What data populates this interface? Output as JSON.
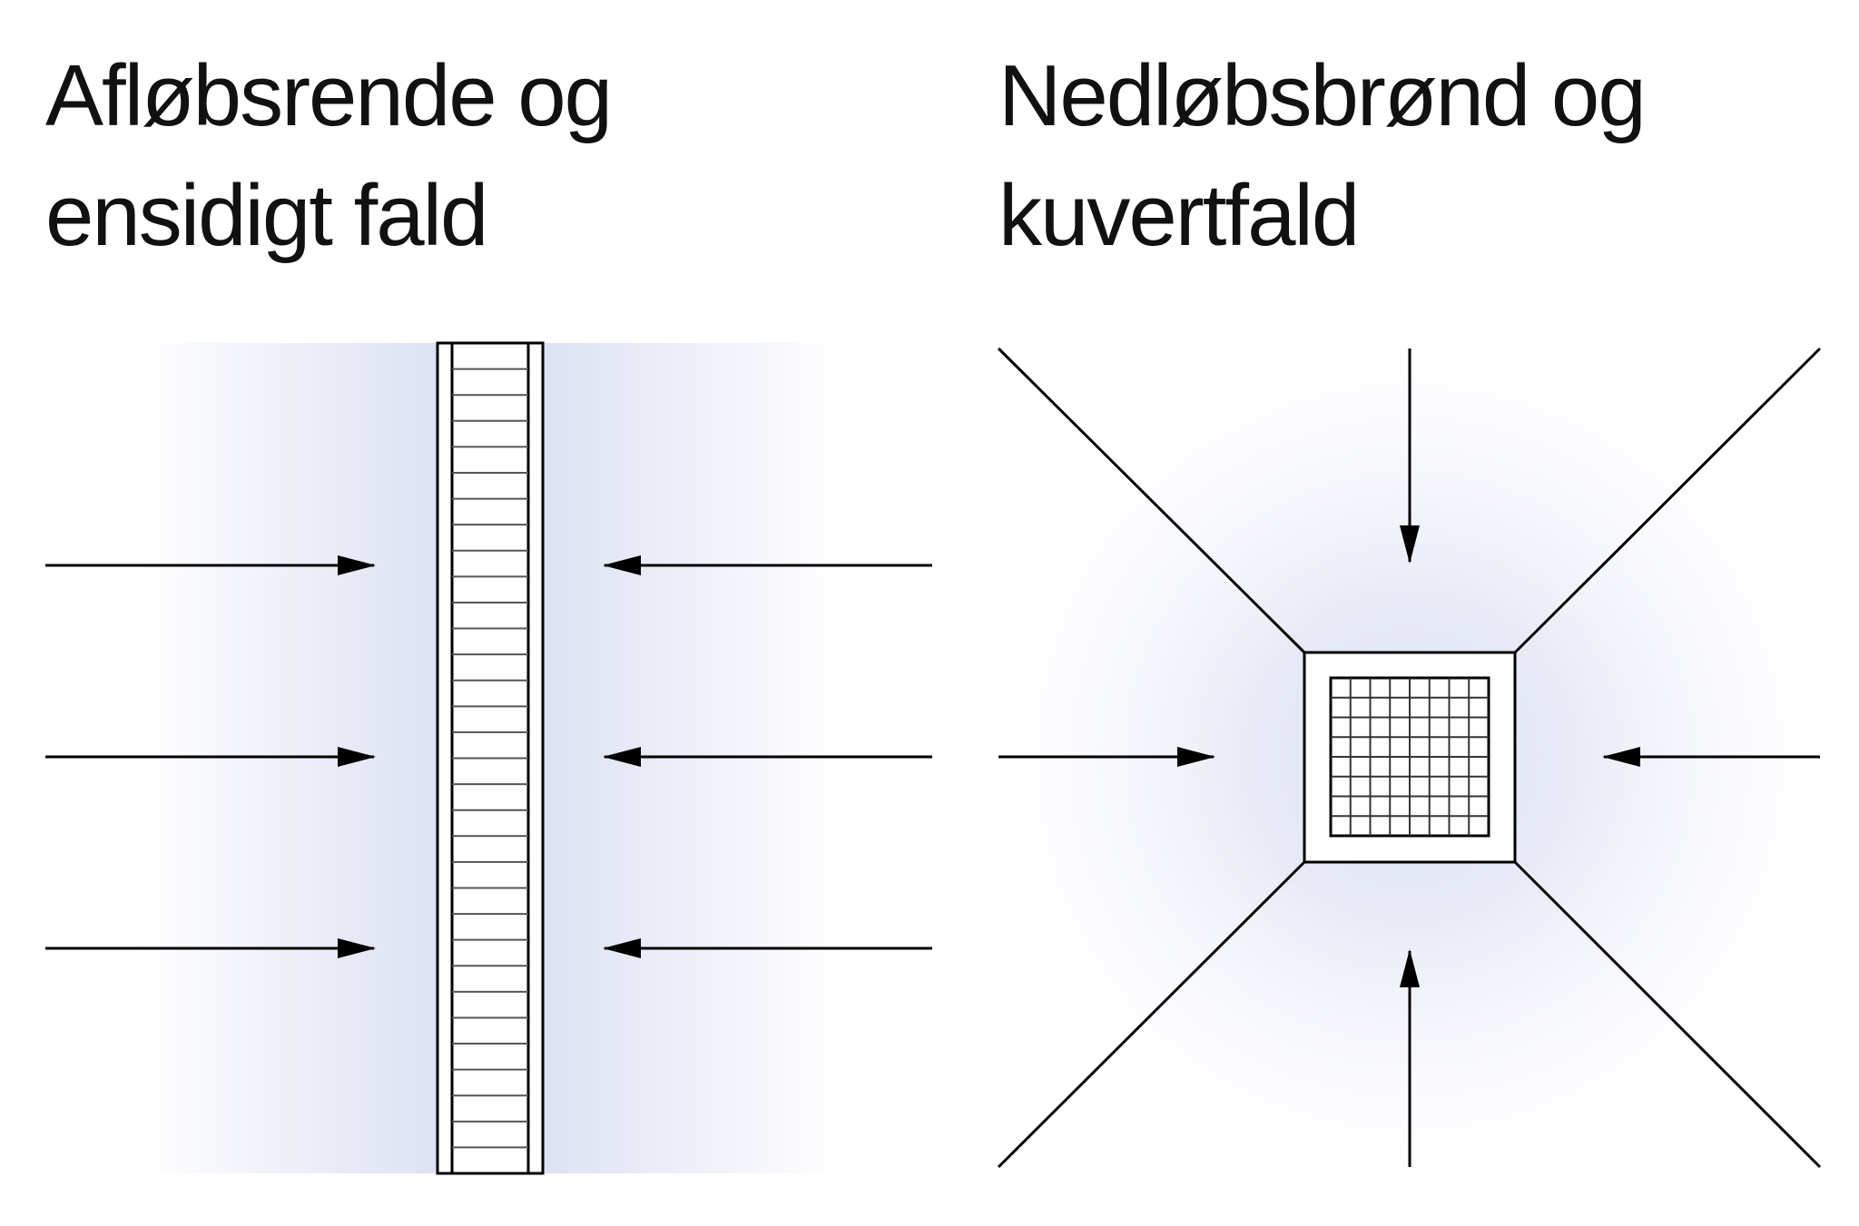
{
  "panels": [
    {
      "id": "left",
      "title_line1": "Afløbsrende og",
      "title_line2": "ensidigt fald"
    },
    {
      "id": "right",
      "title_line1": "Nedløbsbrønd og",
      "title_line2": "kuvertfald"
    }
  ],
  "colors": {
    "line": "#000000",
    "text": "#111111",
    "slope_shade": "#dde1f2",
    "background": "#ffffff"
  }
}
